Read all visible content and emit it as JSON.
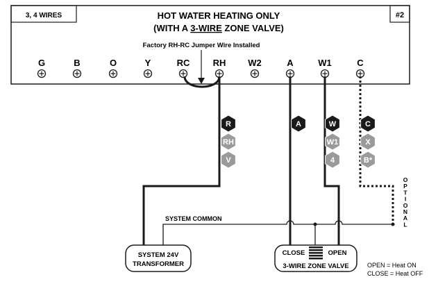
{
  "panel": {
    "corner_label": "3, 4 WIRES",
    "page_number": "#2",
    "title_line1": "HOT WATER HEATING ONLY",
    "title_line2_prefix": "(WITH A ",
    "title_line2_emphasis": "3-WIRE",
    "title_line2_suffix": " ZONE VALVE)",
    "jumper_note": "Factory RH-RC Jumper Wire Installed"
  },
  "terminals": [
    "G",
    "B",
    "O",
    "Y",
    "RC",
    "RH",
    "W2",
    "A",
    "W1",
    "C"
  ],
  "wire_tags": {
    "rh": [
      "R",
      "RH",
      "V"
    ],
    "a": [
      "A"
    ],
    "w1": [
      "W",
      "W1",
      "4"
    ],
    "c": [
      "C",
      "X",
      "B*"
    ]
  },
  "labels": {
    "system_common": "SYSTEM COMMON",
    "optional": "OPTIONAL"
  },
  "transformer": {
    "line1": "SYSTEM 24V",
    "line2": "TRANSFORMER"
  },
  "zone_valve": {
    "close": "CLOSE",
    "open": "OPEN",
    "name": "3-WIRE ZONE VALVE"
  },
  "legend": {
    "open_line": "OPEN = Heat ON",
    "close_line": "CLOSE = Heat OFF"
  },
  "colors": {
    "ink": "#1a1a1a",
    "tag_dark": "#1a1a1a",
    "tag_light": "#9a9a9a",
    "background": "#ffffff"
  }
}
